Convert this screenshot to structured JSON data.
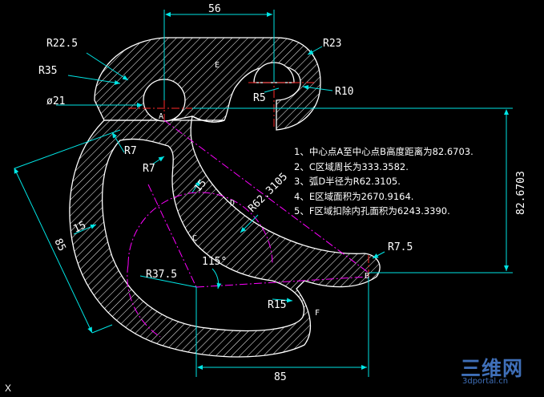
{
  "drawing": {
    "dimensions": {
      "top_width": "56",
      "r22_5": "R22.5",
      "r35": "R35",
      "dia21": "ø21",
      "r23": "R23",
      "r10": "R10",
      "r5": "R5",
      "r7_upper": "R7",
      "r7_lower": "R7",
      "height": "82.6703",
      "r62": "R62.3105",
      "d85_left": "85",
      "d15_left": "15",
      "d15_mid": "15",
      "r37_5": "R37.5",
      "angle115": "115°",
      "r15": "R15",
      "r7_5": "R7.5",
      "bottom_width": "85"
    },
    "labels": {
      "A": "A",
      "B": "B",
      "C": "C",
      "D": "D",
      "E": "E",
      "F": "F"
    }
  },
  "notes": [
    "1、中心点A至中心点B高度距离为82.6703.",
    "2、C区域周长为333.3582.",
    "3、弧D半径为R62.3105.",
    "4、E区域面积为2670.9164.",
    "5、F区域扣除内孔面积为6243.3390."
  ],
  "axis_label": "X",
  "watermark": {
    "big": "三维网",
    "small": "3dportal.cn"
  },
  "colors": {
    "background": "#000000",
    "outline": "#ffffff",
    "hatch": "#ffffff",
    "dimension": "#00e5e5",
    "centerline_red": "#ff2a2a",
    "centerline_magenta": "#ff00ff",
    "text": "#ffffff",
    "watermark": "#3f6fb8"
  }
}
